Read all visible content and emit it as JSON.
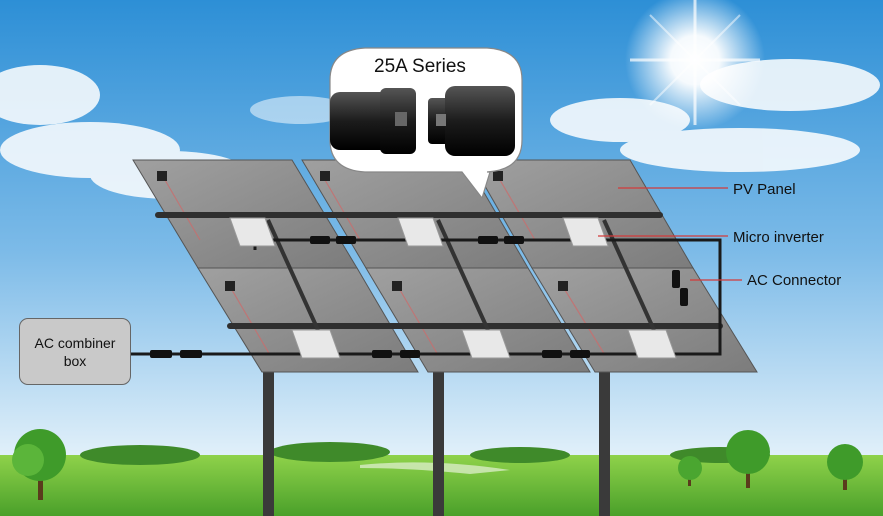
{
  "callout": {
    "title": "25A Series"
  },
  "labels": {
    "pv_panel": "PV Panel",
    "micro_inverter": "Micro inverter",
    "ac_connector": "AC Connector"
  },
  "combiner_box": {
    "line1": "AC combiner",
    "line2": "box"
  },
  "colors": {
    "sky_top": "#3a95d8",
    "sky_bottom": "#cfe6f7",
    "grass": "#6fbf3a",
    "panel": "#8d8d8d",
    "frame": "#2f2f2f",
    "cable": "#1a1a1a",
    "pointer": "#d23b3b"
  }
}
